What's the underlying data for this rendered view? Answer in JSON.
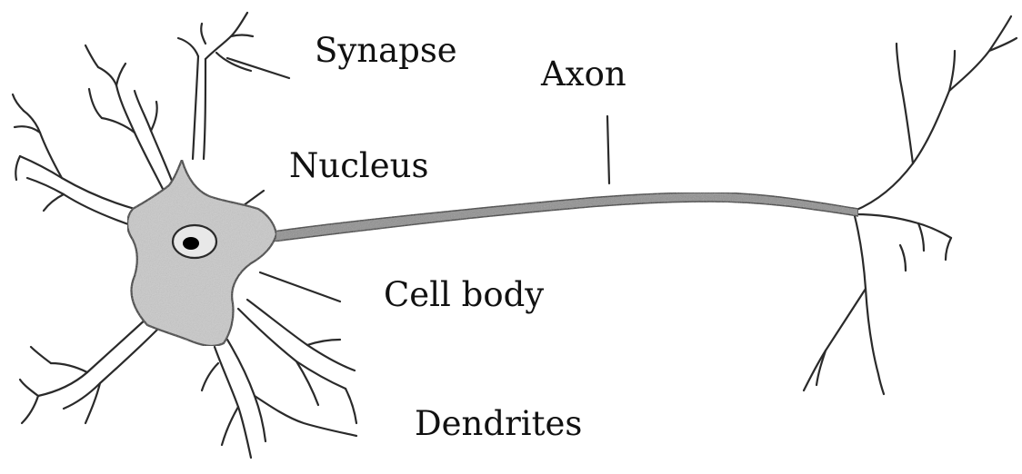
{
  "labels": {
    "synapse": "Synapse",
    "axon": "Axon",
    "nucleus": "Nucleus",
    "cell_body": "Cell body",
    "dendrites": "Dendrites"
  },
  "colors": {
    "ink": "#2a2a2a",
    "cell_fill": "#c9c9c9",
    "axon_fill": "#8f8f8f",
    "nucleus_dot": "#000000"
  }
}
